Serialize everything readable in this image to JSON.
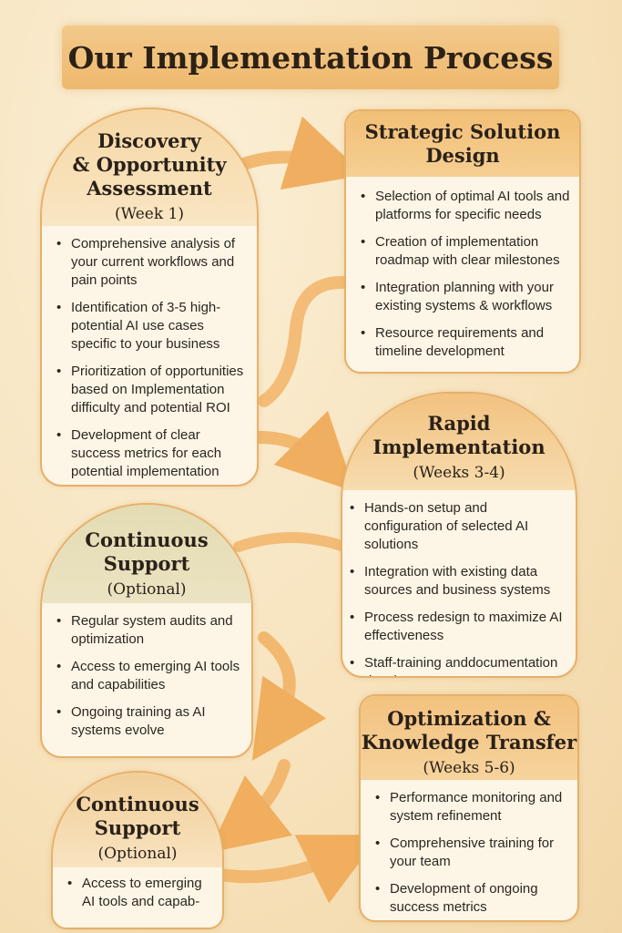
{
  "title": "Our Implementation Process",
  "colors": {
    "accent": "#eeb96f",
    "arrow": "#f0b060",
    "card_bg": "#fdf6e6",
    "card_head_warm": "#f3c98a",
    "card_head_green": "#d9d3a8"
  },
  "steps": [
    {
      "id": "discovery",
      "title_lines": [
        "Discovery",
        "& Opportunity",
        "Assessment"
      ],
      "subtitle": "(Week 1)",
      "bullets": [
        "Comprehensive analysis of your current workflows and pain points",
        "Identification of 3-5 high-potential AI use cases specific to your business",
        "Prioritization of opportunities based on Implementation difficulty and potential ROI",
        "Development of clear success metrics for each potential implementation"
      ]
    },
    {
      "id": "strategic",
      "title_lines": [
        "Strategic Solution",
        "Design"
      ],
      "subtitle": "",
      "bullets": [
        "Selection of optimal AI tools and platforms for specific needs",
        "Creation of implementation roadmap with clear milestones",
        "Integration planning with your existing systems & workflows",
        "Resource requirements    and timeline development"
      ]
    },
    {
      "id": "rapid",
      "title_lines": [
        "Rapid",
        "Implementation"
      ],
      "subtitle": "(Weeks 3-4)",
      "bullets": [
        "Hands-on setup and configuration of selected AI solutions",
        "Integration with existing data sources and business systems",
        "Process redesign to maximize AI effectiveness",
        "Staff-training anddocumentation development"
      ]
    },
    {
      "id": "support1",
      "title_lines": [
        "Continuous",
        "Support"
      ],
      "subtitle": "(Optional)",
      "bullets": [
        "Regular system audits and optimization",
        "Access to emerging AI tools and capabilities",
        "Ongoing training as AI systems evolve"
      ]
    },
    {
      "id": "optimization",
      "title_lines": [
        "Optimization &",
        "Knowledge Transfer"
      ],
      "subtitle": "(Weeks 5-6)",
      "bullets": [
        "Performance monitoring and system refinement",
        "Comprehensive training for your team",
        "Development of ongoing success metrics"
      ]
    },
    {
      "id": "support2",
      "title_lines": [
        "Continuous",
        "Support"
      ],
      "subtitle": "(Optional)",
      "bullets": [
        "Access to emerging AI tools and capab-"
      ]
    }
  ]
}
